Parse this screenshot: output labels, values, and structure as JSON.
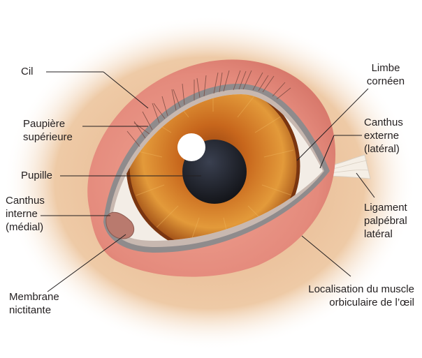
{
  "labels": {
    "cil": "Cil",
    "paupiere": "Paupière\nsupérieure",
    "pupille": "Pupille",
    "canthus_interne": "Canthus\ninterne\n(médial)",
    "membrane": "Membrane\nnictitante",
    "limbe": "Limbe\ncornéen",
    "canthus_externe": "Canthus\nexterne\n(latéral)",
    "ligament": "Ligament\npalpébral\nlatéral",
    "muscle": "Localisation du muscle\norbiculaire de l’œil"
  },
  "colors": {
    "skin": "#e8b78b",
    "lid_pink": "#e48f80",
    "iris": "#c86a1e",
    "pupil": "#1b1d23",
    "sclera": "#f3ede6"
  }
}
